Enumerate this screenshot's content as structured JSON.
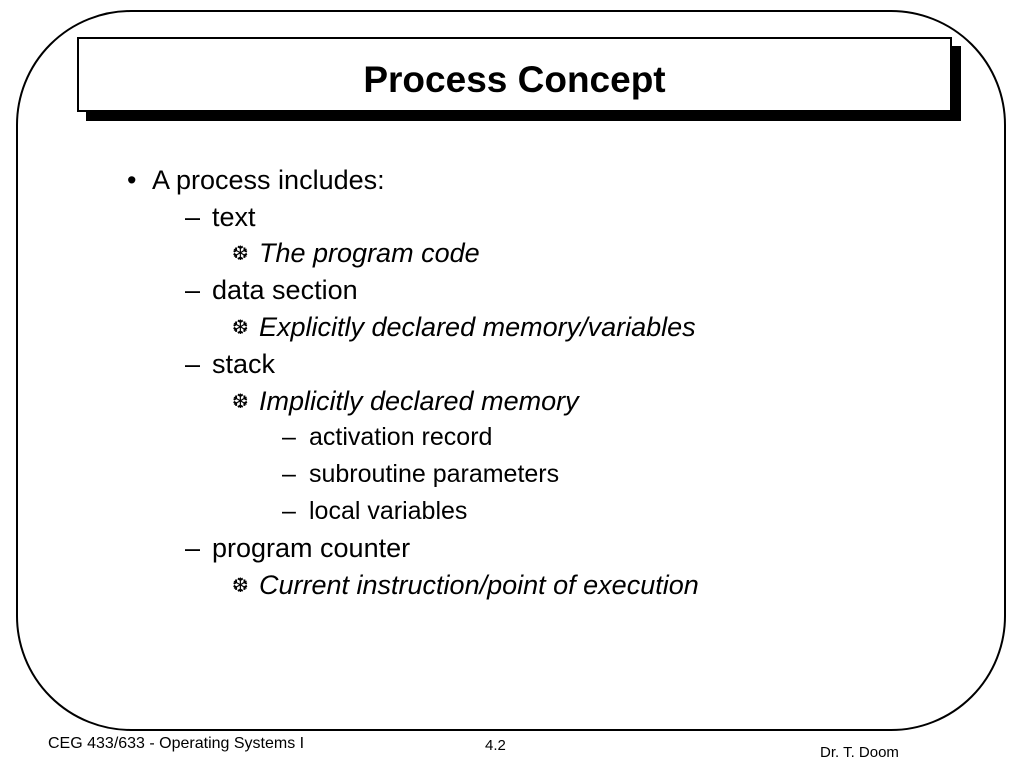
{
  "slide": {
    "title": "Process Concept",
    "bullets": [
      {
        "level": 1,
        "marker": "•",
        "text": "A process includes:"
      },
      {
        "level": 2,
        "marker": "–",
        "text": "text"
      },
      {
        "level": 3,
        "marker": "❆",
        "text": "The program code"
      },
      {
        "level": 2,
        "marker": "–",
        "text": "data section"
      },
      {
        "level": 3,
        "marker": "❆",
        "text": "Explicitly declared memory/variables"
      },
      {
        "level": 2,
        "marker": "–",
        "text": "stack"
      },
      {
        "level": 3,
        "marker": "❆",
        "text": "Implicitly declared memory"
      },
      {
        "level": 4,
        "marker": "–",
        "text": "activation record"
      },
      {
        "level": 4,
        "marker": "–",
        "text": "subroutine parameters"
      },
      {
        "level": 4,
        "marker": "–",
        "text": "local variables"
      },
      {
        "level": 2,
        "marker": "–",
        "text": "program counter"
      },
      {
        "level": 3,
        "marker": "❆",
        "text": "Current instruction/point of execution"
      }
    ],
    "footer": {
      "course": "CEG 433/633 - Operating Systems I",
      "page_number": "4.2",
      "author": "Dr. T. Doom"
    },
    "colors": {
      "background": "#ffffff",
      "border": "#000000",
      "text": "#000000"
    }
  }
}
